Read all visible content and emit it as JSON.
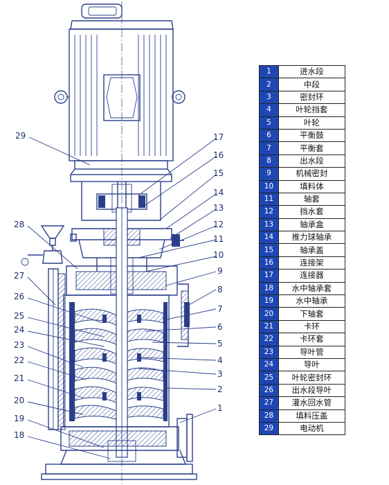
{
  "diagram": {
    "callouts": [
      "1",
      "2",
      "3",
      "4",
      "5",
      "6",
      "7",
      "8",
      "9",
      "10",
      "11",
      "12",
      "13",
      "14",
      "15",
      "16",
      "17",
      "18",
      "19",
      "20",
      "21",
      "22",
      "23",
      "24",
      "25",
      "26",
      "27",
      "28",
      "29"
    ]
  },
  "legend": {
    "rows": [
      {
        "num": "1",
        "name": "进水段"
      },
      {
        "num": "2",
        "name": "中段"
      },
      {
        "num": "3",
        "name": "密封环"
      },
      {
        "num": "4",
        "name": "叶轮挡套"
      },
      {
        "num": "5",
        "name": "叶轮"
      },
      {
        "num": "6",
        "name": "平衡鼓"
      },
      {
        "num": "7",
        "name": "平衡套"
      },
      {
        "num": "8",
        "name": "出水段"
      },
      {
        "num": "9",
        "name": "机械密封"
      },
      {
        "num": "10",
        "name": "填料体"
      },
      {
        "num": "11",
        "name": "轴套"
      },
      {
        "num": "12",
        "name": "挡水套"
      },
      {
        "num": "13",
        "name": "轴承盒"
      },
      {
        "num": "14",
        "name": "推力球轴承"
      },
      {
        "num": "15",
        "name": "轴承盖"
      },
      {
        "num": "16",
        "name": "连接架"
      },
      {
        "num": "17",
        "name": "连接器"
      },
      {
        "num": "18",
        "name": "水中轴承套"
      },
      {
        "num": "19",
        "name": "水中轴承"
      },
      {
        "num": "20",
        "name": "下轴套"
      },
      {
        "num": "21",
        "name": "卡环"
      },
      {
        "num": "22",
        "name": "卡环套"
      },
      {
        "num": "23",
        "name": "导叶管"
      },
      {
        "num": "24",
        "name": "导叶"
      },
      {
        "num": "25",
        "name": "叶轮密封环"
      },
      {
        "num": "26",
        "name": "出水段导叶"
      },
      {
        "num": "27",
        "name": "灌水回水管"
      },
      {
        "num": "28",
        "name": "填料压盖"
      },
      {
        "num": "29",
        "name": "电动机"
      }
    ]
  }
}
